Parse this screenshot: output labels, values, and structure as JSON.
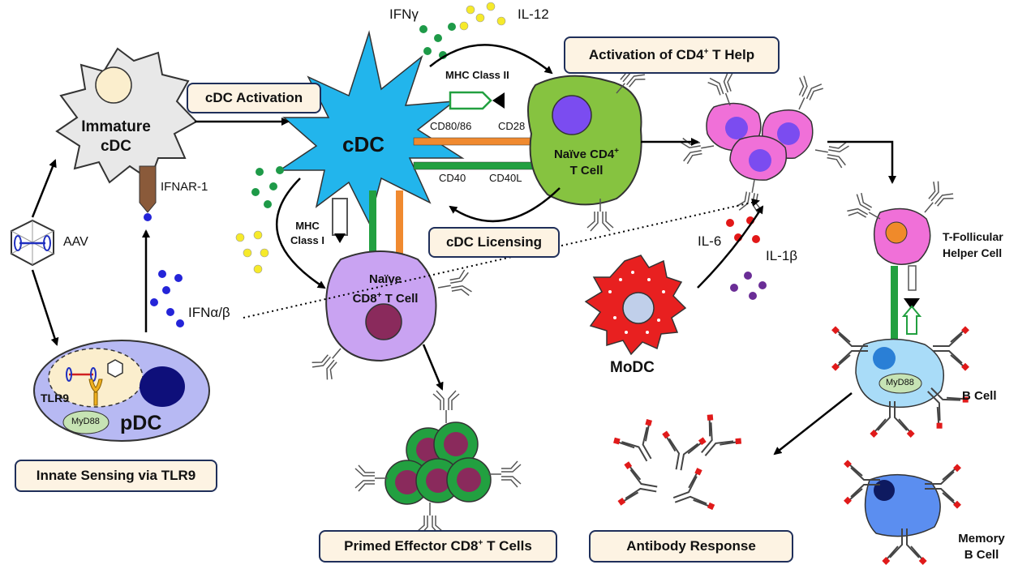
{
  "boxes": {
    "cdc_activation": "cDC Activation",
    "cd4_help_a": "Activation of CD4",
    "cd4_help_sup": "+",
    "cd4_help_b": " T Help",
    "cdc_licensing": "cDC Licensing",
    "innate_sensing": "Innate Sensing via TLR9",
    "primed_a": "Primed Effector CD8",
    "primed_sup": "+",
    "primed_b": " T Cells",
    "antibody": "Antibody Response"
  },
  "cells": {
    "immature_cdc_1": "Immature",
    "immature_cdc_2": "cDC",
    "cdc": "cDC",
    "naive_cd4_a": "Naïve CD4",
    "naive_cd4_sup": "+",
    "naive_cd4_b": "T Cell",
    "naive_cd8_a": "Naïve",
    "naive_cd8_b1": "CD8",
    "naive_cd8_sup": "+",
    "naive_cd8_b2": " T Cell",
    "pdc": "pDC",
    "modc": "MoDC",
    "tfh_1": "T-Follicular",
    "tfh_2": "Helper Cell",
    "b_cell": "B Cell",
    "memory_b_1": "Memory",
    "memory_b_2": "B Cell",
    "myd88_pdc": "MyD88",
    "myd88_b": "MyD88"
  },
  "labels": {
    "ifng": "IFNγ",
    "il12": "IL-12",
    "mhc2": "MHC Class II",
    "cd80": "CD80/86",
    "cd28": "CD28",
    "cd40": "CD40",
    "cd40l": "CD40L",
    "ifnar": "IFNAR-1",
    "aav": "AAV",
    "tlr9": "TLR9",
    "mhc1_1": "MHC",
    "mhc1_2": "Class I",
    "ifnab": "IFNα/β",
    "il6": "IL-6",
    "il1b": "IL-1β"
  },
  "colors": {
    "box_fill": "#fdf3e3",
    "box_border": "#1f2f5a",
    "cdc": "#22b5ec",
    "cd4_cell": "#86c340",
    "cd4_nucleus": "#7b4cf0",
    "cd8_cell": "#c9a3f2",
    "cd8_nucleus": "#8a2a5c",
    "pdc_cell": "#b7b9f3",
    "pdc_nucleus": "#0e0f7a",
    "modc": "#e82020",
    "tfh": "#f070d8",
    "tfh_nucleus": "#f08a2a",
    "b_cell": "#a9dcf8",
    "memory_b": "#5b8ef0",
    "green_dot": "#1e9a48",
    "yellow_dot": "#f6ea2a",
    "blue_dot": "#2424d8",
    "red_dot": "#e21818",
    "purple_dot": "#6a2d96",
    "orange_bar": "#f08a30",
    "green_bar": "#22a040"
  }
}
